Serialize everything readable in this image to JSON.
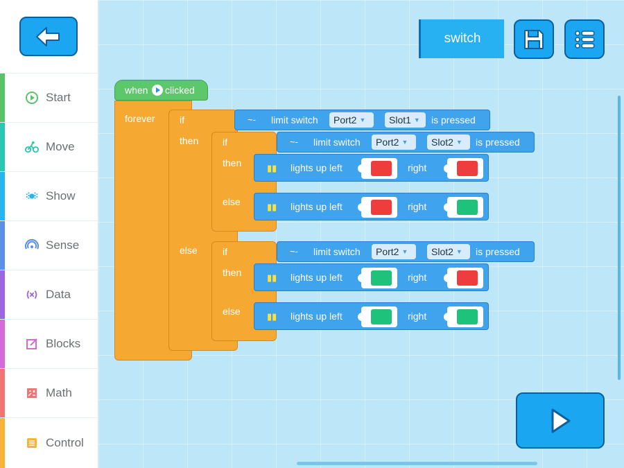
{
  "sidebar": {
    "categories": [
      {
        "label": "Start",
        "color": "#59c36a",
        "icon": "play-circle-icon"
      },
      {
        "label": "Move",
        "color": "#2bc6b0",
        "icon": "bike-icon"
      },
      {
        "label": "Show",
        "color": "#27b4ef",
        "icon": "light-icon"
      },
      {
        "label": "Sense",
        "color": "#5b8fe8",
        "icon": "signal-icon"
      },
      {
        "label": "Data",
        "color": "#9b66e0",
        "icon": "variable-icon"
      },
      {
        "label": "Blocks",
        "color": "#d36ad6",
        "icon": "edit-icon"
      },
      {
        "label": "Math",
        "color": "#f07474",
        "icon": "calculator-icon"
      },
      {
        "label": "Control",
        "color": "#f6b43a",
        "icon": "list-icon"
      }
    ]
  },
  "header": {
    "project_name": "switch"
  },
  "blocks": {
    "hat": {
      "when": "when",
      "clicked": "clicked"
    },
    "forever": "forever",
    "if": "if",
    "then": "then",
    "else": "else",
    "sensor1": {
      "icon_text": "~-",
      "label": "limit switch",
      "port": "Port2",
      "slot": "Slot1",
      "suffix": "is pressed"
    },
    "sensor2": {
      "icon_text": "~-",
      "label": "limit switch",
      "port": "Port2",
      "slot": "Slot2",
      "suffix": "is pressed"
    },
    "sensor3": {
      "icon_text": "~-",
      "label": "limit switch",
      "port": "Port2",
      "slot": "Slot2",
      "suffix": "is pressed"
    },
    "lights_label": "lights up left",
    "right_label": "right",
    "lights": [
      {
        "left": "#ef3d3d",
        "right": "#ef3d3d"
      },
      {
        "left": "#ef3d3d",
        "right": "#1fc27a"
      },
      {
        "left": "#1fc27a",
        "right": "#ef3d3d"
      },
      {
        "left": "#1fc27a",
        "right": "#1fc27a"
      }
    ]
  }
}
